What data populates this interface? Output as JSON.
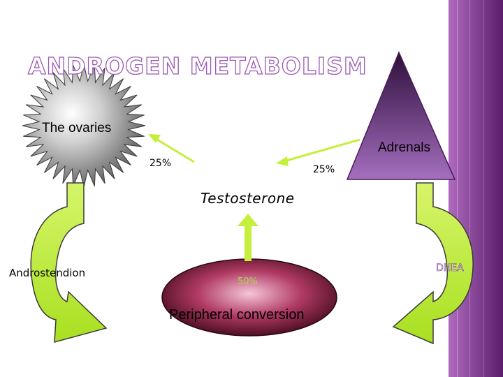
{
  "title": "ANDROGEN METABOLISM",
  "nodes": {
    "ovaries": "The ovaries",
    "adrenals": "Adrenals",
    "testosterone": "Testosterone",
    "peripheral": "Peripheral conversion",
    "androstendion": "Androstendion",
    "dhea": "DHEA"
  },
  "percentages": {
    "ovaries": "25%",
    "adrenals": "25%",
    "peripheral": "50%"
  },
  "colors": {
    "title_outline": "#9b59b6",
    "sidebar": "#7b2d8e",
    "star": "#6a6a6a",
    "triangle": "#5e2a6e",
    "ellipse": "#8a1a3a",
    "arrow_green": "#c4f03c"
  }
}
